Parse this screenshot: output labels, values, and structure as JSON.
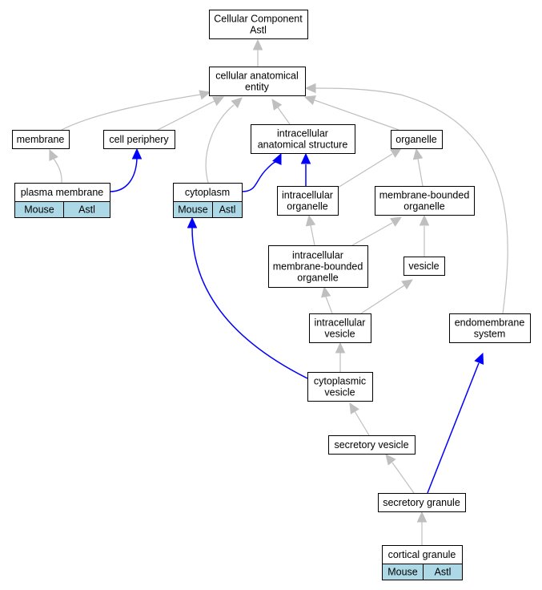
{
  "colors": {
    "node_fill": "#ffffff",
    "annotated_cell_fill": "#add8e6",
    "is_a_edge": "#bfbfbf",
    "part_of_edge": "#0000ff"
  },
  "nodes": {
    "cellular_component_astl": [
      "Cellular Component",
      "Astl"
    ],
    "cellular_anatomical_entity": [
      "cellular anatomical",
      "entity"
    ],
    "membrane": [
      "membrane"
    ],
    "cell_periphery": [
      "cell periphery"
    ],
    "intracellular_anatomical_structure": [
      "intracellular",
      "anatomical structure"
    ],
    "organelle": [
      "organelle"
    ],
    "plasma_membrane": [
      "plasma membrane"
    ],
    "cytoplasm": [
      "cytoplasm"
    ],
    "intracellular_organelle": [
      "intracellular",
      "organelle"
    ],
    "membrane_bounded_organelle": [
      "membrane-bounded",
      "organelle"
    ],
    "intracellular_membrane_bounded_organelle": [
      "intracellular",
      "membrane-bounded",
      "organelle"
    ],
    "vesicle": [
      "vesicle"
    ],
    "intracellular_vesicle": [
      "intracellular",
      "vesicle"
    ],
    "endomembrane_system": [
      "endomembrane",
      "system"
    ],
    "cytoplasmic_vesicle": [
      "cytoplasmic",
      "vesicle"
    ],
    "secretory_vesicle": [
      "secretory vesicle"
    ],
    "secretory_granule": [
      "secretory granule"
    ],
    "cortical_granule": [
      "cortical granule"
    ]
  },
  "annotations": {
    "plasma_membrane": [
      "Mouse",
      "Astl"
    ],
    "cytoplasm": [
      "Mouse",
      "Astl"
    ],
    "cortical_granule": [
      "Mouse",
      "Astl"
    ]
  },
  "edges": [
    {
      "from": "cellular_anatomical_entity",
      "to": "cellular_component_astl",
      "type": "is_a"
    },
    {
      "from": "membrane",
      "to": "cellular_anatomical_entity",
      "type": "is_a"
    },
    {
      "from": "cell_periphery",
      "to": "cellular_anatomical_entity",
      "type": "is_a"
    },
    {
      "from": "intracellular_anatomical_structure",
      "to": "cellular_anatomical_entity",
      "type": "is_a"
    },
    {
      "from": "organelle",
      "to": "cellular_anatomical_entity",
      "type": "is_a"
    },
    {
      "from": "cytoplasm",
      "to": "cellular_anatomical_entity",
      "type": "is_a"
    },
    {
      "from": "endomembrane_system",
      "to": "cellular_anatomical_entity",
      "type": "is_a"
    },
    {
      "from": "plasma_membrane",
      "to": "membrane",
      "type": "is_a"
    },
    {
      "from": "plasma_membrane",
      "to": "cell_periphery",
      "type": "part_of"
    },
    {
      "from": "cytoplasm",
      "to": "intracellular_anatomical_structure",
      "type": "part_of"
    },
    {
      "from": "intracellular_organelle",
      "to": "intracellular_anatomical_structure",
      "type": "part_of"
    },
    {
      "from": "intracellular_organelle",
      "to": "organelle",
      "type": "is_a"
    },
    {
      "from": "membrane_bounded_organelle",
      "to": "organelle",
      "type": "is_a"
    },
    {
      "from": "intracellular_membrane_bounded_organelle",
      "to": "intracellular_organelle",
      "type": "is_a"
    },
    {
      "from": "intracellular_membrane_bounded_organelle",
      "to": "membrane_bounded_organelle",
      "type": "is_a"
    },
    {
      "from": "vesicle",
      "to": "membrane_bounded_organelle",
      "type": "is_a"
    },
    {
      "from": "intracellular_vesicle",
      "to": "intracellular_membrane_bounded_organelle",
      "type": "is_a"
    },
    {
      "from": "intracellular_vesicle",
      "to": "vesicle",
      "type": "is_a"
    },
    {
      "from": "cytoplasmic_vesicle",
      "to": "intracellular_vesicle",
      "type": "is_a"
    },
    {
      "from": "cytoplasmic_vesicle",
      "to": "cytoplasm",
      "type": "part_of"
    },
    {
      "from": "secretory_vesicle",
      "to": "cytoplasmic_vesicle",
      "type": "is_a"
    },
    {
      "from": "secretory_granule",
      "to": "secretory_vesicle",
      "type": "is_a"
    },
    {
      "from": "secretory_granule",
      "to": "endomembrane_system",
      "type": "part_of"
    },
    {
      "from": "cortical_granule",
      "to": "secretory_granule",
      "type": "is_a"
    }
  ]
}
